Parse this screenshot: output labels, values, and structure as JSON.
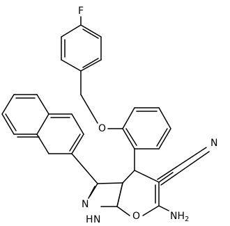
{
  "molecule": {
    "atom_labels": {
      "fluorine": "F",
      "ether_oxygen": "O",
      "nitrile_nitrogen": "N",
      "pyrazole_nitrogen": "N",
      "pyrazole_nh": "H",
      "pyrazole_nh_n": "N",
      "ring_oxygen": "O",
      "amino_group": "NH",
      "amino_subscript": "2"
    }
  }
}
